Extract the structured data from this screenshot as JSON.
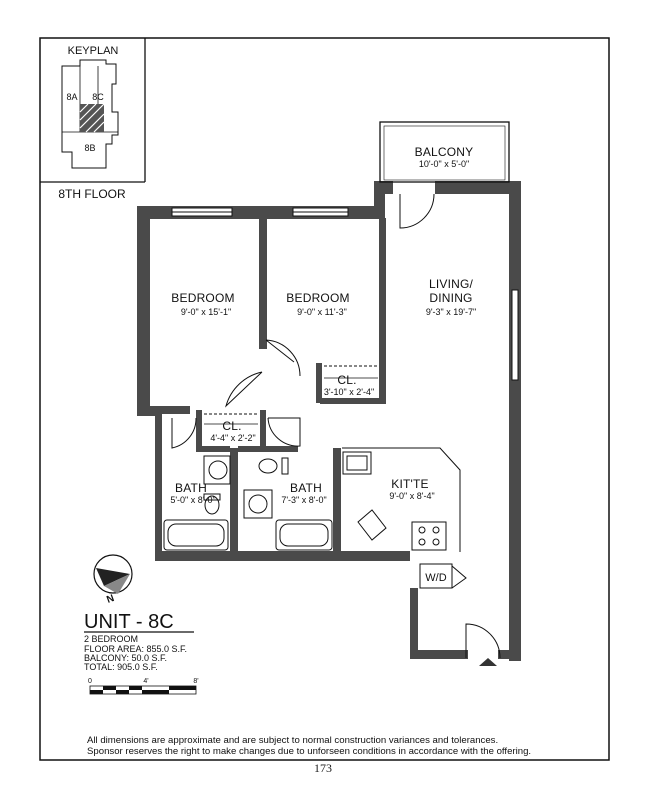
{
  "keyplan": {
    "title": "KEYPLAN",
    "units": [
      "8A",
      "8C",
      "8B"
    ],
    "floor": "8TH FLOOR"
  },
  "rooms": {
    "balcony": {
      "name": "BALCONY",
      "dims": "10'-0\" x 5'-0\""
    },
    "living": {
      "name_line1": "LIVING/",
      "name_line2": "DINING",
      "dims": "9'-3\" x 19'-7\""
    },
    "bedroom1": {
      "name": "BEDROOM",
      "dims": "9'-0\" x 15'-1\""
    },
    "bedroom2": {
      "name": "BEDROOM",
      "dims": "9'-0\" x 11'-3\""
    },
    "closet1": {
      "name": "CL.",
      "dims": "3'-10\" x 2'-4\""
    },
    "closet2": {
      "name": "CL.",
      "dims": "4'-4\" x 2'-2\""
    },
    "bath1": {
      "name": "BATH",
      "dims": "5'-0\" x 8'-0\""
    },
    "bath2": {
      "name": "BATH",
      "dims": "7'-3\" x 8'-0\""
    },
    "kitchen": {
      "name": "KIT'TE",
      "dims": "9'-0\" x 8'-4\""
    },
    "washer_dryer": "W/D"
  },
  "compass": {
    "label": "N"
  },
  "unit": {
    "title": "UNIT - 8C",
    "bedrooms": "2 BEDROOM",
    "floor_area": "FLOOR AREA: 855.0 S.F.",
    "balcony": "BALCONY: 50.0 S.F.",
    "total": "TOTAL: 905.0 S.F."
  },
  "scale": {
    "ticks": [
      "0",
      "4'",
      "8'"
    ]
  },
  "disclaimer": {
    "line1": "All dimensions are approximate and are subject to normal construction variances and tolerances.",
    "line2": "Sponsor reserves the right to make changes due to unforseen conditions in accordance with the offering."
  },
  "page_number": "173"
}
